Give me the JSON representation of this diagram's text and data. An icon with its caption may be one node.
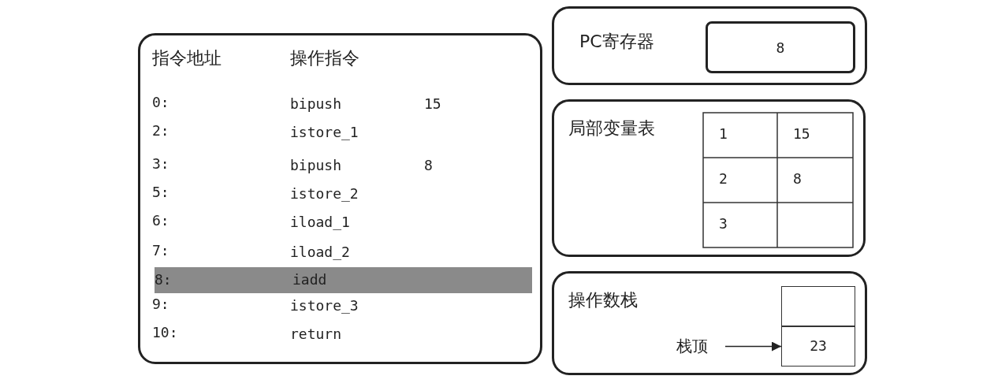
{
  "diagram": {
    "nodes": [
      {
        "text": [],
        "shape": "box"
      },
      {
        "text": [
          "8:",
          "iadd"
        ],
        "in": 0
      },
      {
        "text": [
          "PC寄存器"
        ]
      },
      {
        "text": [
          "8"
        ],
        "in": 2
      },
      {
        "text": [
          "局部变量表"
        ]
      },
      {
        "text": [
          "操作数栈"
        ]
      },
      {
        "text": [],
        "shape": "box",
        "in": 5
      },
      {
        "text": [
          "栈顶"
        ],
        "in": 5
      },
      {
        "text": [
          "23"
        ],
        "in": 5
      }
    ],
    "edges": [
      {
        "from": 7,
        "to": 8,
        "arrow": "to"
      }
    ],
    "labels": [
      "指令地址",
      "操作指令",
      "0:",
      "bipush",
      "15",
      "2:",
      "istore_1",
      "3:",
      "bipush",
      "8",
      "5:",
      "istore_2",
      "6:",
      "iload_1",
      "7:",
      "iload_2",
      "9:",
      "istore_3",
      "10:",
      "return",
      "1",
      "15",
      "2",
      "8",
      "3"
    ]
  }
}
